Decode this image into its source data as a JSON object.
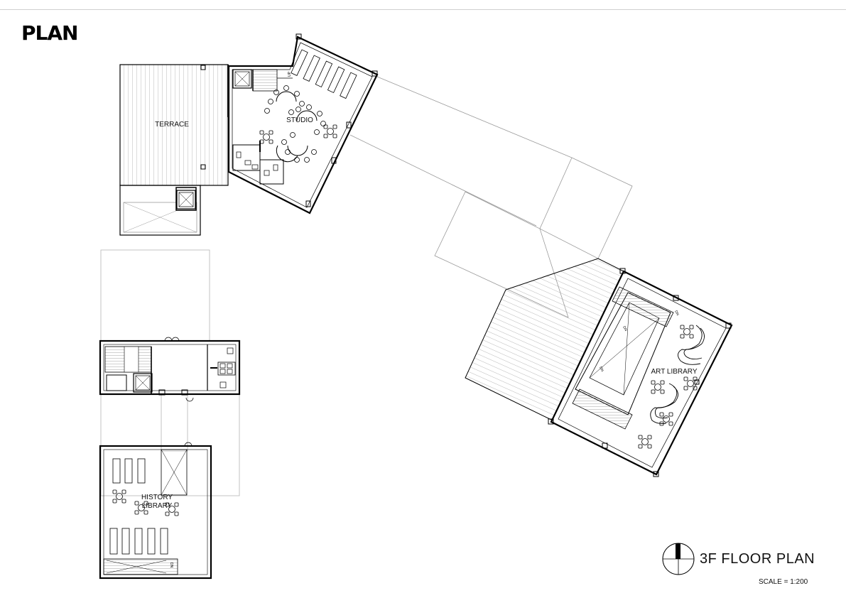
{
  "drawing": {
    "heading": "PLAN",
    "title": "3F FLOOR PLAN",
    "scale": "SCALE = 1:200"
  },
  "rooms": {
    "terrace": "TERRACE",
    "studio": "STUDIO",
    "art_library": "ART LIBRARY",
    "history_library_line1": "HISTORY",
    "history_library_line2": "LIBRARY"
  },
  "stair_tags": {
    "up": "UP",
    "dn": "DN"
  },
  "colors": {
    "line": "#000000",
    "hatch": "#8a8a8a",
    "light": "#b5b5b5"
  }
}
